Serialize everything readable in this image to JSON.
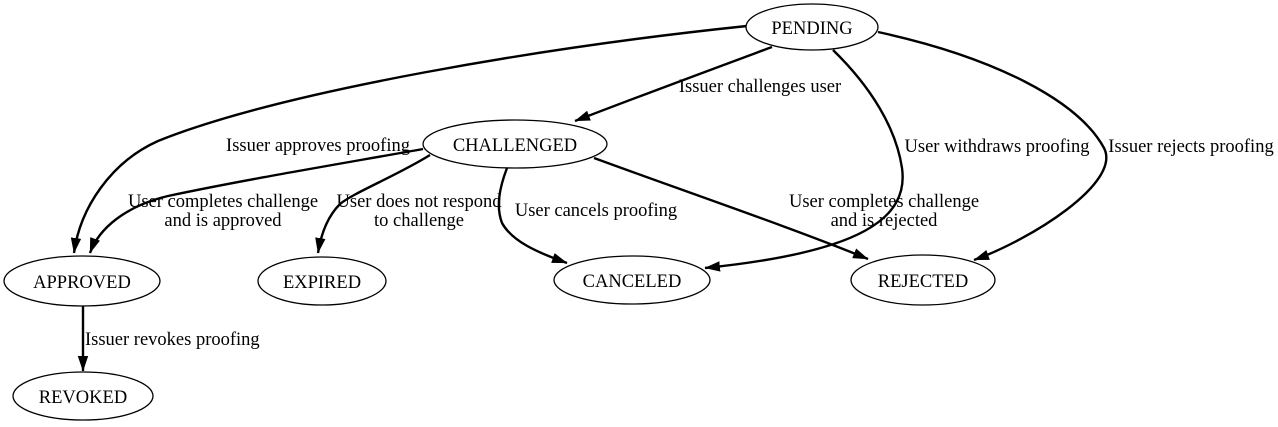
{
  "diagram": {
    "kind": "state-transition-graph",
    "colors": {
      "background": "#ffffff",
      "node_fill": "#ffffff",
      "stroke": "#000000",
      "text": "#000000"
    },
    "nodes": [
      {
        "id": "pending",
        "label": "PENDING"
      },
      {
        "id": "challenged",
        "label": "CHALLENGED"
      },
      {
        "id": "approved",
        "label": "APPROVED"
      },
      {
        "id": "expired",
        "label": "EXPIRED"
      },
      {
        "id": "canceled",
        "label": "CANCELED"
      },
      {
        "id": "rejected",
        "label": "REJECTED"
      },
      {
        "id": "revoked",
        "label": "REVOKED"
      }
    ],
    "edges": [
      {
        "from": "PENDING",
        "to": "CHALLENGED",
        "label": "Issuer challenges user",
        "label_lines": [
          "Issuer challenges user"
        ]
      },
      {
        "from": "PENDING",
        "to": "APPROVED",
        "label": "Issuer approves proofing",
        "label_lines": [
          "Issuer approves proofing"
        ]
      },
      {
        "from": "CHALLENGED",
        "to": "APPROVED",
        "label": "User completes challenge and is approved",
        "label_lines": [
          "User completes challenge",
          "and is approved"
        ]
      },
      {
        "from": "CHALLENGED",
        "to": "EXPIRED",
        "label": "User does not respond to challenge",
        "label_lines": [
          "User does not respond",
          "to challenge"
        ]
      },
      {
        "from": "CHALLENGED",
        "to": "CANCELED",
        "label": "User cancels proofing",
        "label_lines": [
          "User cancels proofing"
        ]
      },
      {
        "from": "CHALLENGED",
        "to": "REJECTED",
        "label": "User completes challenge and is rejected",
        "label_lines": [
          "User completes challenge",
          "and is rejected"
        ]
      },
      {
        "from": "PENDING",
        "to": "CANCELED",
        "label": "User withdraws proofing",
        "label_lines": [
          "User withdraws proofing"
        ]
      },
      {
        "from": "PENDING",
        "to": "REJECTED",
        "label": "Issuer rejects proofing",
        "label_lines": [
          "Issuer rejects proofing"
        ]
      },
      {
        "from": "APPROVED",
        "to": "REVOKED",
        "label": "Issuer revokes proofing",
        "label_lines": [
          "Issuer revokes proofing"
        ]
      }
    ]
  }
}
